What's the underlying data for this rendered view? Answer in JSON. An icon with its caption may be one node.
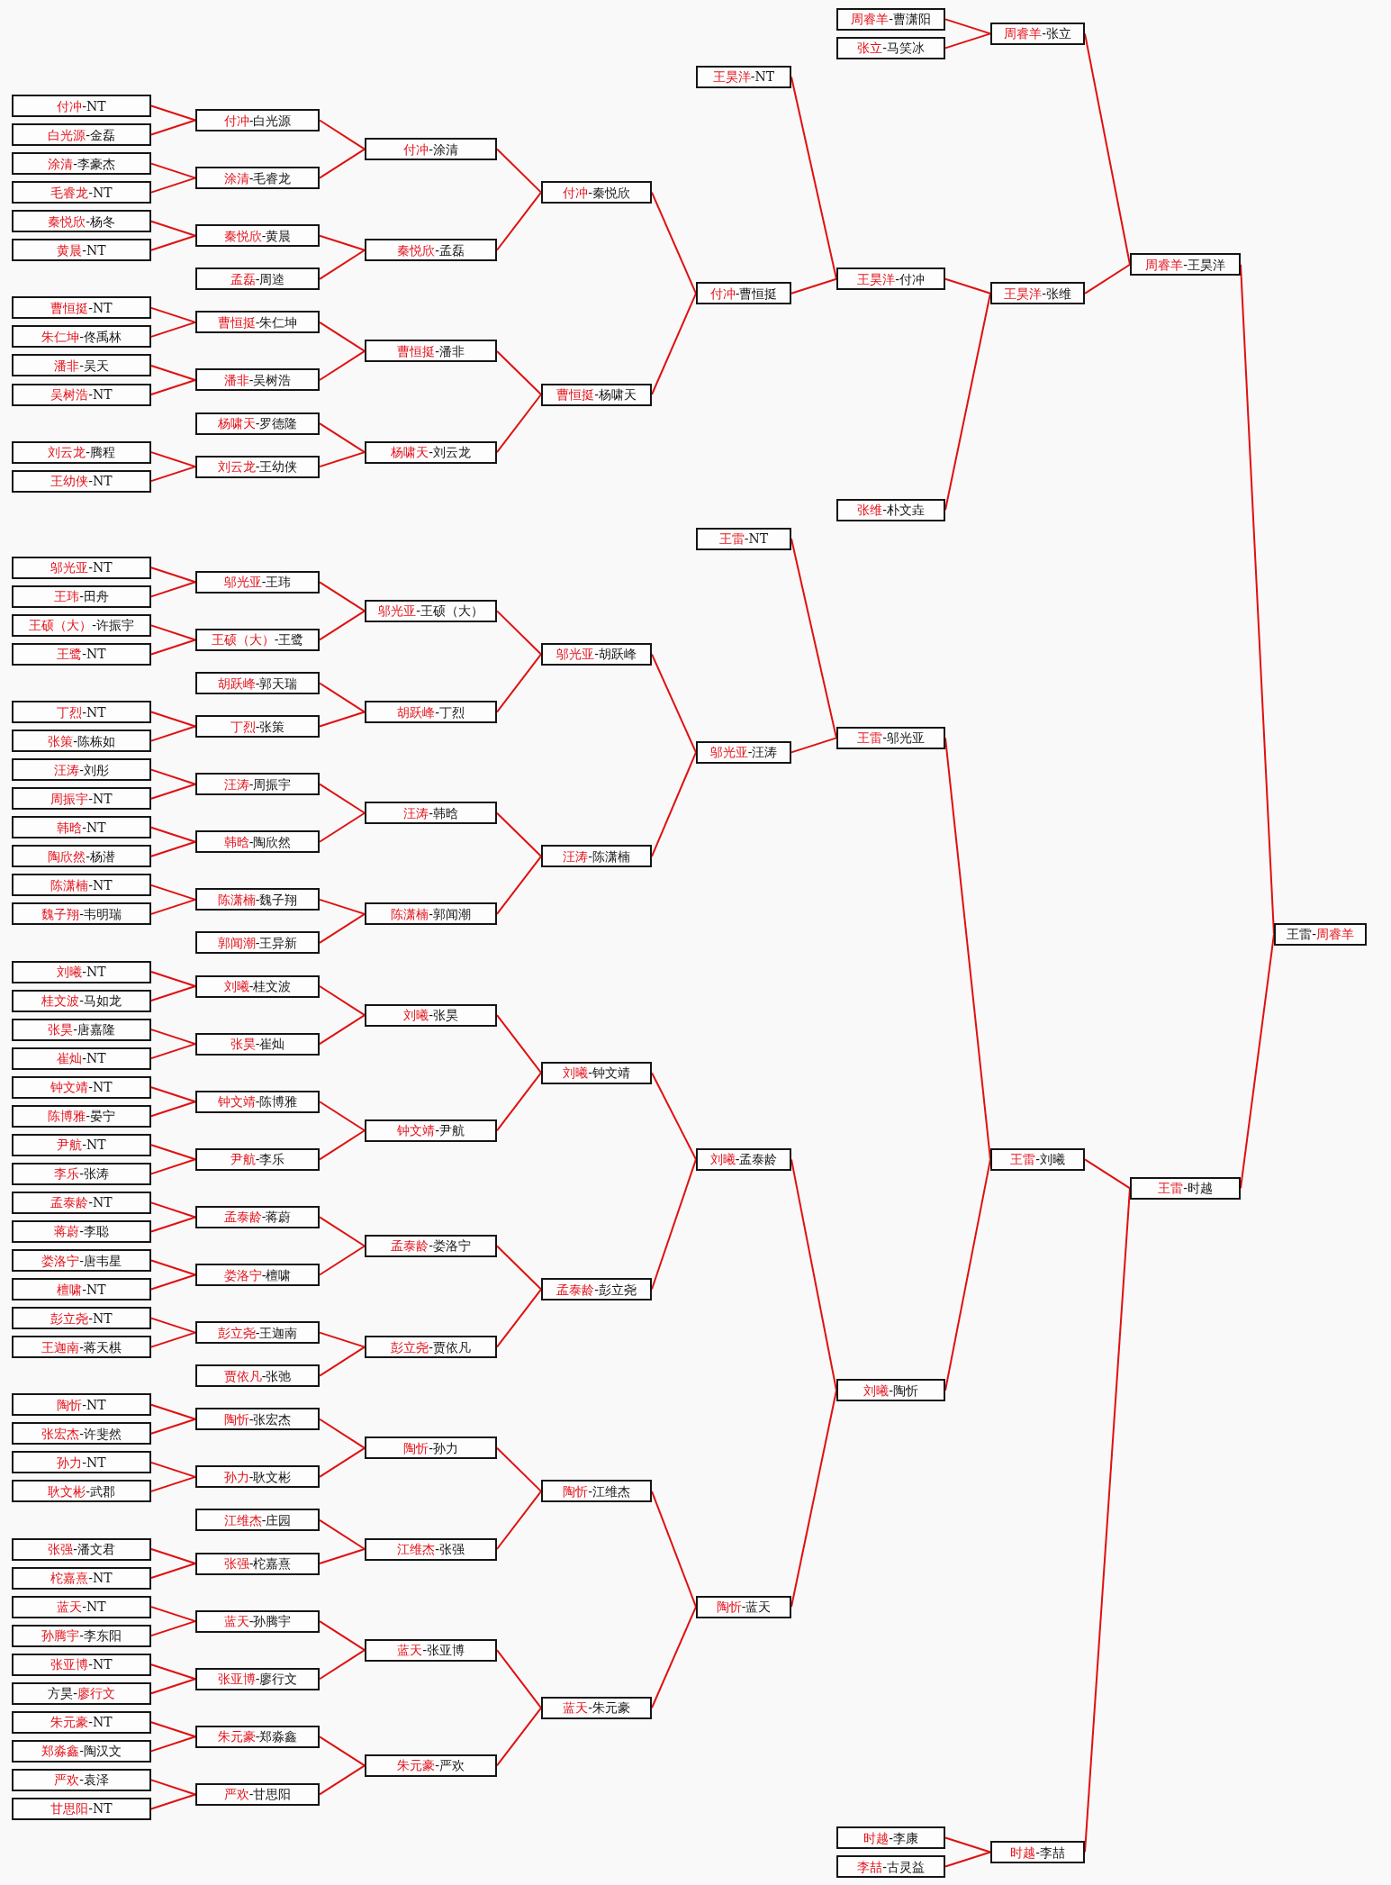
{
  "diagram": {
    "nodes": [
      {
        "text": [
          "付冲-NT"
        ]
      },
      {
        "text": [
          "白光源-金磊"
        ]
      },
      {
        "text": [
          "涂清-李豪杰"
        ]
      },
      {
        "text": [
          "毛睿龙-NT"
        ]
      },
      {
        "text": [
          "秦悦欣-杨冬"
        ]
      },
      {
        "text": [
          "黄晨-NT"
        ]
      },
      {
        "text": [
          "曹恒挺-NT"
        ]
      },
      {
        "text": [
          "朱仁坤-佟禹林"
        ]
      },
      {
        "text": [
          "潘非-吴天"
        ]
      },
      {
        "text": [
          "吴树浩-NT"
        ]
      },
      {
        "text": [
          "刘云龙-腾程"
        ]
      },
      {
        "text": [
          "王幼侠-NT"
        ]
      },
      {
        "text": [
          "邬光亚-NT"
        ]
      },
      {
        "text": [
          "王玮-田舟"
        ]
      },
      {
        "text": [
          "王硕（大）-许振宇"
        ]
      },
      {
        "text": [
          "王鹭-NT"
        ]
      },
      {
        "text": [
          "丁烈-NT"
        ]
      },
      {
        "text": [
          "张策-陈栋如"
        ]
      },
      {
        "text": [
          "汪涛-刘彤"
        ]
      },
      {
        "text": [
          "周振宇-NT"
        ]
      },
      {
        "text": [
          "韩晗-NT"
        ]
      },
      {
        "text": [
          "陶欣然-杨潜"
        ]
      },
      {
        "text": [
          "陈潇楠-NT"
        ]
      },
      {
        "text": [
          "魏子翔-韦明瑞"
        ]
      },
      {
        "text": [
          "刘曦-NT"
        ]
      },
      {
        "text": [
          "桂文波-马如龙"
        ]
      },
      {
        "text": [
          "张昊-唐嘉隆"
        ]
      },
      {
        "text": [
          "崔灿-NT"
        ]
      },
      {
        "text": [
          "钟文靖-NT"
        ]
      },
      {
        "text": [
          "陈博雅-晏宁"
        ]
      },
      {
        "text": [
          "尹航-NT"
        ]
      },
      {
        "text": [
          "李乐-张涛"
        ]
      },
      {
        "text": [
          "孟泰龄-NT"
        ]
      },
      {
        "text": [
          "蒋蔚-李聪"
        ]
      },
      {
        "text": [
          "娄洛宁-唐韦星"
        ]
      },
      {
        "text": [
          "檀啸-NT"
        ]
      },
      {
        "text": [
          "彭立尧-NT"
        ]
      },
      {
        "text": [
          "王迦南-蒋天棋"
        ]
      },
      {
        "text": [
          "陶忻-NT"
        ]
      },
      {
        "text": [
          "张宏杰-许斐然"
        ]
      },
      {
        "text": [
          "孙力-NT"
        ]
      },
      {
        "text": [
          "耿文彬-武郡"
        ]
      },
      {
        "text": [
          "张强-潘文君"
        ]
      },
      {
        "text": [
          "柁嘉熹-NT"
        ]
      },
      {
        "text": [
          "蓝天-NT"
        ]
      },
      {
        "text": [
          "孙腾宇-李东阳"
        ]
      },
      {
        "text": [
          "张亚博-NT"
        ]
      },
      {
        "text": [
          "方昊-廖行文"
        ]
      },
      {
        "text": [
          "朱元豪-NT"
        ]
      },
      {
        "text": [
          "郑淼鑫-陶汉文"
        ]
      },
      {
        "text": [
          "严欢-袁泽"
        ]
      },
      {
        "text": [
          "甘思阳-NT"
        ]
      },
      {
        "text": [
          "付冲-白光源"
        ]
      },
      {
        "text": [
          "涂清-毛睿龙"
        ]
      },
      {
        "text": [
          "秦悦欣-黄晨"
        ]
      },
      {
        "text": [
          "孟磊-周逵"
        ]
      },
      {
        "text": [
          "曹恒挺-朱仁坤"
        ]
      },
      {
        "text": [
          "潘非-吴树浩"
        ]
      },
      {
        "text": [
          "杨啸天-罗德隆"
        ]
      },
      {
        "text": [
          "刘云龙-王幼侠"
        ]
      },
      {
        "text": [
          "邬光亚-王玮"
        ]
      },
      {
        "text": [
          "王硕（大）-王鹭"
        ]
      },
      {
        "text": [
          "胡跃峰-郭天瑞"
        ]
      },
      {
        "text": [
          "丁烈-张策"
        ]
      },
      {
        "text": [
          "汪涛-周振宇"
        ]
      },
      {
        "text": [
          "韩晗-陶欣然"
        ]
      },
      {
        "text": [
          "陈潇楠-魏子翔"
        ]
      },
      {
        "text": [
          "郭闻潮-王异新"
        ]
      },
      {
        "text": [
          "刘曦-桂文波"
        ]
      },
      {
        "text": [
          "张昊-崔灿"
        ]
      },
      {
        "text": [
          "钟文靖-陈博雅"
        ]
      },
      {
        "text": [
          "尹航-李乐"
        ]
      },
      {
        "text": [
          "孟泰龄-蒋蔚"
        ]
      },
      {
        "text": [
          "娄洛宁-檀啸"
        ]
      },
      {
        "text": [
          "彭立尧-王迦南"
        ]
      },
      {
        "text": [
          "贾依凡-张弛"
        ]
      },
      {
        "text": [
          "陶忻-张宏杰"
        ]
      },
      {
        "text": [
          "孙力-耿文彬"
        ]
      },
      {
        "text": [
          "江维杰-庄园"
        ]
      },
      {
        "text": [
          "张强-柁嘉熹"
        ]
      },
      {
        "text": [
          "蓝天-孙腾宇"
        ]
      },
      {
        "text": [
          "张亚博-廖行文"
        ]
      },
      {
        "text": [
          "朱元豪-郑淼鑫"
        ]
      },
      {
        "text": [
          "严欢-甘思阳"
        ]
      },
      {
        "text": [
          "付冲-涂清"
        ]
      },
      {
        "text": [
          "秦悦欣-孟磊"
        ]
      },
      {
        "text": [
          "曹恒挺-潘非"
        ]
      },
      {
        "text": [
          "杨啸天-刘云龙"
        ]
      },
      {
        "text": [
          "邬光亚-王硕（大）"
        ]
      },
      {
        "text": [
          "胡跃峰-丁烈"
        ]
      },
      {
        "text": [
          "汪涛-韩晗"
        ]
      },
      {
        "text": [
          "陈潇楠-郭闻潮"
        ]
      },
      {
        "text": [
          "刘曦-张昊"
        ]
      },
      {
        "text": [
          "钟文靖-尹航"
        ]
      },
      {
        "text": [
          "孟泰龄-娄洛宁"
        ]
      },
      {
        "text": [
          "彭立尧-贾依凡"
        ]
      },
      {
        "text": [
          "陶忻-孙力"
        ]
      },
      {
        "text": [
          "江维杰-张强"
        ]
      },
      {
        "text": [
          "蓝天-张亚博"
        ]
      },
      {
        "text": [
          "朱元豪-严欢"
        ]
      },
      {
        "text": [
          "付冲-秦悦欣"
        ]
      },
      {
        "text": [
          "曹恒挺-杨啸天"
        ]
      },
      {
        "text": [
          "邬光亚-胡跃峰"
        ]
      },
      {
        "text": [
          "汪涛-陈潇楠"
        ]
      },
      {
        "text": [
          "刘曦-钟文靖"
        ]
      },
      {
        "text": [
          "孟泰龄-彭立尧"
        ]
      },
      {
        "text": [
          "陶忻-江维杰"
        ]
      },
      {
        "text": [
          "蓝天-朱元豪"
        ]
      },
      {
        "text": [
          "王昊洋-NT"
        ]
      },
      {
        "text": [
          "付冲-曹恒挺"
        ]
      },
      {
        "text": [
          "王雷-NT"
        ]
      },
      {
        "text": [
          "邬光亚-汪涛"
        ]
      },
      {
        "text": [
          "刘曦-孟泰龄"
        ]
      },
      {
        "text": [
          "陶忻-蓝天"
        ]
      },
      {
        "text": [
          "周睿羊-曹潇阳"
        ]
      },
      {
        "text": [
          "张立-马笑冰"
        ]
      },
      {
        "text": [
          "王昊洋-付冲"
        ]
      },
      {
        "text": [
          "张维-朴文垚"
        ]
      },
      {
        "text": [
          "王雷-邬光亚"
        ]
      },
      {
        "text": [
          "刘曦-陶忻"
        ]
      },
      {
        "text": [
          "时越-李康"
        ]
      },
      {
        "text": [
          "李喆-古灵益"
        ]
      },
      {
        "text": [
          "周睿羊-张立"
        ]
      },
      {
        "text": [
          "王昊洋-张维"
        ]
      },
      {
        "text": [
          "王雷-刘曦"
        ]
      },
      {
        "text": [
          "时越-李喆"
        ]
      },
      {
        "text": [
          "周睿羊-王昊洋"
        ]
      },
      {
        "text": [
          "王雷-时越"
        ]
      },
      {
        "text": [
          "王雷-周睿羊"
        ]
      }
    ],
    "edges": [
      {
        "from": 0,
        "to": 52,
        "arrow": "none"
      },
      {
        "from": 1,
        "to": 52,
        "arrow": "none"
      },
      {
        "from": 2,
        "to": 53,
        "arrow": "none"
      },
      {
        "from": 3,
        "to": 53,
        "arrow": "none"
      },
      {
        "from": 4,
        "to": 54,
        "arrow": "none"
      },
      {
        "from": 5,
        "to": 54,
        "arrow": "none"
      },
      {
        "from": 6,
        "to": 56,
        "arrow": "none"
      },
      {
        "from": 7,
        "to": 56,
        "arrow": "none"
      },
      {
        "from": 8,
        "to": 57,
        "arrow": "none"
      },
      {
        "from": 9,
        "to": 57,
        "arrow": "none"
      },
      {
        "from": 10,
        "to": 59,
        "arrow": "none"
      },
      {
        "from": 11,
        "to": 59,
        "arrow": "none"
      },
      {
        "from": 12,
        "to": 60,
        "arrow": "none"
      },
      {
        "from": 13,
        "to": 60,
        "arrow": "none"
      },
      {
        "from": 14,
        "to": 61,
        "arrow": "none"
      },
      {
        "from": 15,
        "to": 61,
        "arrow": "none"
      },
      {
        "from": 16,
        "to": 63,
        "arrow": "none"
      },
      {
        "from": 17,
        "to": 63,
        "arrow": "none"
      },
      {
        "from": 18,
        "to": 64,
        "arrow": "none"
      },
      {
        "from": 19,
        "to": 64,
        "arrow": "none"
      },
      {
        "from": 20,
        "to": 65,
        "arrow": "none"
      },
      {
        "from": 21,
        "to": 65,
        "arrow": "none"
      },
      {
        "from": 22,
        "to": 66,
        "arrow": "none"
      },
      {
        "from": 23,
        "to": 66,
        "arrow": "none"
      },
      {
        "from": 24,
        "to": 68,
        "arrow": "none"
      },
      {
        "from": 25,
        "to": 68,
        "arrow": "none"
      },
      {
        "from": 26,
        "to": 69,
        "arrow": "none"
      },
      {
        "from": 27,
        "to": 69,
        "arrow": "none"
      },
      {
        "from": 28,
        "to": 70,
        "arrow": "none"
      },
      {
        "from": 29,
        "to": 70,
        "arrow": "none"
      },
      {
        "from": 30,
        "to": 71,
        "arrow": "none"
      },
      {
        "from": 31,
        "to": 71,
        "arrow": "none"
      },
      {
        "from": 32,
        "to": 72,
        "arrow": "none"
      },
      {
        "from": 33,
        "to": 72,
        "arrow": "none"
      },
      {
        "from": 34,
        "to": 73,
        "arrow": "none"
      },
      {
        "from": 35,
        "to": 73,
        "arrow": "none"
      },
      {
        "from": 36,
        "to": 74,
        "arrow": "none"
      },
      {
        "from": 37,
        "to": 74,
        "arrow": "none"
      },
      {
        "from": 38,
        "to": 76,
        "arrow": "none"
      },
      {
        "from": 39,
        "to": 76,
        "arrow": "none"
      },
      {
        "from": 40,
        "to": 77,
        "arrow": "none"
      },
      {
        "from": 41,
        "to": 77,
        "arrow": "none"
      },
      {
        "from": 42,
        "to": 79,
        "arrow": "none"
      },
      {
        "from": 43,
        "to": 79,
        "arrow": "none"
      },
      {
        "from": 44,
        "to": 80,
        "arrow": "none"
      },
      {
        "from": 45,
        "to": 80,
        "arrow": "none"
      },
      {
        "from": 46,
        "to": 81,
        "arrow": "none"
      },
      {
        "from": 47,
        "to": 81,
        "arrow": "none"
      },
      {
        "from": 48,
        "to": 82,
        "arrow": "none"
      },
      {
        "from": 49,
        "to": 82,
        "arrow": "none"
      },
      {
        "from": 50,
        "to": 83,
        "arrow": "none"
      },
      {
        "from": 51,
        "to": 83,
        "arrow": "none"
      },
      {
        "from": 52,
        "to": 84,
        "arrow": "none"
      },
      {
        "from": 53,
        "to": 84,
        "arrow": "none"
      },
      {
        "from": 54,
        "to": 85,
        "arrow": "none"
      },
      {
        "from": 55,
        "to": 85,
        "arrow": "none"
      },
      {
        "from": 56,
        "to": 86,
        "arrow": "none"
      },
      {
        "from": 57,
        "to": 86,
        "arrow": "none"
      },
      {
        "from": 58,
        "to": 87,
        "arrow": "none"
      },
      {
        "from": 59,
        "to": 87,
        "arrow": "none"
      },
      {
        "from": 60,
        "to": 88,
        "arrow": "none"
      },
      {
        "from": 61,
        "to": 88,
        "arrow": "none"
      },
      {
        "from": 62,
        "to": 89,
        "arrow": "none"
      },
      {
        "from": 63,
        "to": 89,
        "arrow": "none"
      },
      {
        "from": 64,
        "to": 90,
        "arrow": "none"
      },
      {
        "from": 65,
        "to": 90,
        "arrow": "none"
      },
      {
        "from": 66,
        "to": 91,
        "arrow": "none"
      },
      {
        "from": 67,
        "to": 91,
        "arrow": "none"
      },
      {
        "from": 68,
        "to": 92,
        "arrow": "none"
      },
      {
        "from": 69,
        "to": 92,
        "arrow": "none"
      },
      {
        "from": 70,
        "to": 93,
        "arrow": "none"
      },
      {
        "from": 71,
        "to": 93,
        "arrow": "none"
      },
      {
        "from": 72,
        "to": 94,
        "arrow": "none"
      },
      {
        "from": 73,
        "to": 94,
        "arrow": "none"
      },
      {
        "from": 74,
        "to": 95,
        "arrow": "none"
      },
      {
        "from": 75,
        "to": 95,
        "arrow": "none"
      },
      {
        "from": 76,
        "to": 96,
        "arrow": "none"
      },
      {
        "from": 77,
        "to": 96,
        "arrow": "none"
      },
      {
        "from": 78,
        "to": 97,
        "arrow": "none"
      },
      {
        "from": 79,
        "to": 97,
        "arrow": "none"
      },
      {
        "from": 80,
        "to": 98,
        "arrow": "none"
      },
      {
        "from": 81,
        "to": 98,
        "arrow": "none"
      },
      {
        "from": 82,
        "to": 99,
        "arrow": "none"
      },
      {
        "from": 83,
        "to": 99,
        "arrow": "none"
      },
      {
        "from": 84,
        "to": 100,
        "arrow": "none"
      },
      {
        "from": 85,
        "to": 100,
        "arrow": "none"
      },
      {
        "from": 86,
        "to": 101,
        "arrow": "none"
      },
      {
        "from": 87,
        "to": 101,
        "arrow": "none"
      },
      {
        "from": 88,
        "to": 102,
        "arrow": "none"
      },
      {
        "from": 89,
        "to": 102,
        "arrow": "none"
      },
      {
        "from": 90,
        "to": 103,
        "arrow": "none"
      },
      {
        "from": 91,
        "to": 103,
        "arrow": "none"
      },
      {
        "from": 92,
        "to": 104,
        "arrow": "none"
      },
      {
        "from": 93,
        "to": 104,
        "arrow": "none"
      },
      {
        "from": 94,
        "to": 105,
        "arrow": "none"
      },
      {
        "from": 95,
        "to": 105,
        "arrow": "none"
      },
      {
        "from": 96,
        "to": 106,
        "arrow": "none"
      },
      {
        "from": 97,
        "to": 106,
        "arrow": "none"
      },
      {
        "from": 98,
        "to": 107,
        "arrow": "none"
      },
      {
        "from": 99,
        "to": 107,
        "arrow": "none"
      },
      {
        "from": 100,
        "to": 109,
        "arrow": "none"
      },
      {
        "from": 101,
        "to": 109,
        "arrow": "none"
      },
      {
        "from": 102,
        "to": 111,
        "arrow": "none"
      },
      {
        "from": 103,
        "to": 111,
        "arrow": "none"
      },
      {
        "from": 104,
        "to": 112,
        "arrow": "none"
      },
      {
        "from": 105,
        "to": 112,
        "arrow": "none"
      },
      {
        "from": 106,
        "to": 113,
        "arrow": "none"
      },
      {
        "from": 107,
        "to": 113,
        "arrow": "none"
      },
      {
        "from": 108,
        "to": 116,
        "arrow": "none"
      },
      {
        "from": 109,
        "to": 116,
        "arrow": "none"
      },
      {
        "from": 110,
        "to": 118,
        "arrow": "none"
      },
      {
        "from": 111,
        "to": 118,
        "arrow": "none"
      },
      {
        "from": 112,
        "to": 119,
        "arrow": "none"
      },
      {
        "from": 113,
        "to": 119,
        "arrow": "none"
      },
      {
        "from": 114,
        "to": 122,
        "arrow": "none"
      },
      {
        "from": 115,
        "to": 122,
        "arrow": "none"
      },
      {
        "from": 116,
        "to": 123,
        "arrow": "none"
      },
      {
        "from": 117,
        "to": 123,
        "arrow": "none"
      },
      {
        "from": 118,
        "to": 124,
        "arrow": "none"
      },
      {
        "from": 119,
        "to": 124,
        "arrow": "none"
      },
      {
        "from": 120,
        "to": 125,
        "arrow": "none"
      },
      {
        "from": 121,
        "to": 125,
        "arrow": "none"
      },
      {
        "from": 122,
        "to": 126,
        "arrow": "none"
      },
      {
        "from": 123,
        "to": 126,
        "arrow": "none"
      },
      {
        "from": 124,
        "to": 127,
        "arrow": "none"
      },
      {
        "from": 125,
        "to": 127,
        "arrow": "none"
      },
      {
        "from": 126,
        "to": 128,
        "arrow": "none"
      },
      {
        "from": 127,
        "to": 128,
        "arrow": "none"
      }
    ]
  }
}
